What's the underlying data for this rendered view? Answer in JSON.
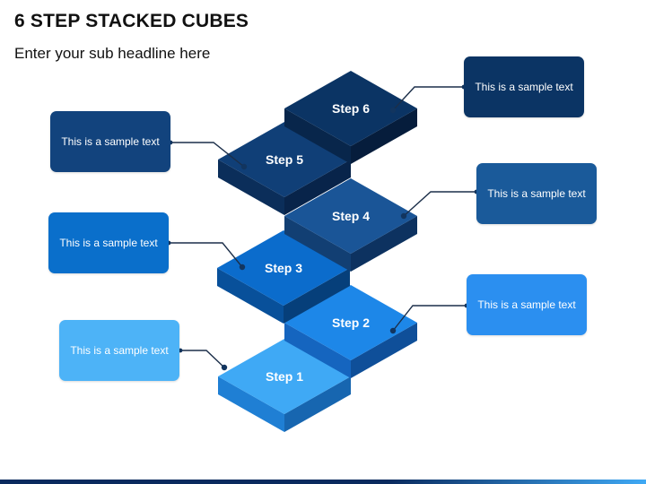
{
  "header": {
    "title": "6 STEP STACKED CUBES",
    "subtitle": "Enter your sub headline here"
  },
  "steps": [
    {
      "label": "Step 1",
      "text": "This is a sample text",
      "top": "#3fa9f5",
      "front": "#1f7fd4",
      "side": "#1766b0",
      "box": "#4db3f7"
    },
    {
      "label": "Step 2",
      "text": "This is a sample text",
      "top": "#1d87e8",
      "front": "#1565bf",
      "side": "#0f4f99",
      "box": "#2b8ff0"
    },
    {
      "label": "Step 3",
      "text": "This is a sample text",
      "top": "#0b6ccc",
      "front": "#08509a",
      "side": "#063f7a",
      "box": "#0a6fcb"
    },
    {
      "label": "Step 4",
      "text": "This is a sample text",
      "top": "#1a5597",
      "front": "#123f73",
      "side": "#0d3260",
      "box": "#1a5a9a"
    },
    {
      "label": "Step 5",
      "text": "This is a sample text",
      "top": "#103f77",
      "front": "#0b2e5a",
      "side": "#08244a",
      "box": "#12437d"
    },
    {
      "label": "Step 6",
      "text": "This is a sample text",
      "top": "#0b3464",
      "front": "#08264b",
      "side": "#061d3c",
      "box": "#0b3464"
    }
  ],
  "colors": {
    "connector": "#1c2f4a",
    "dot": "#12355f",
    "bar_start": "#0a2a5e",
    "bar_end": "#3fa9f5"
  }
}
